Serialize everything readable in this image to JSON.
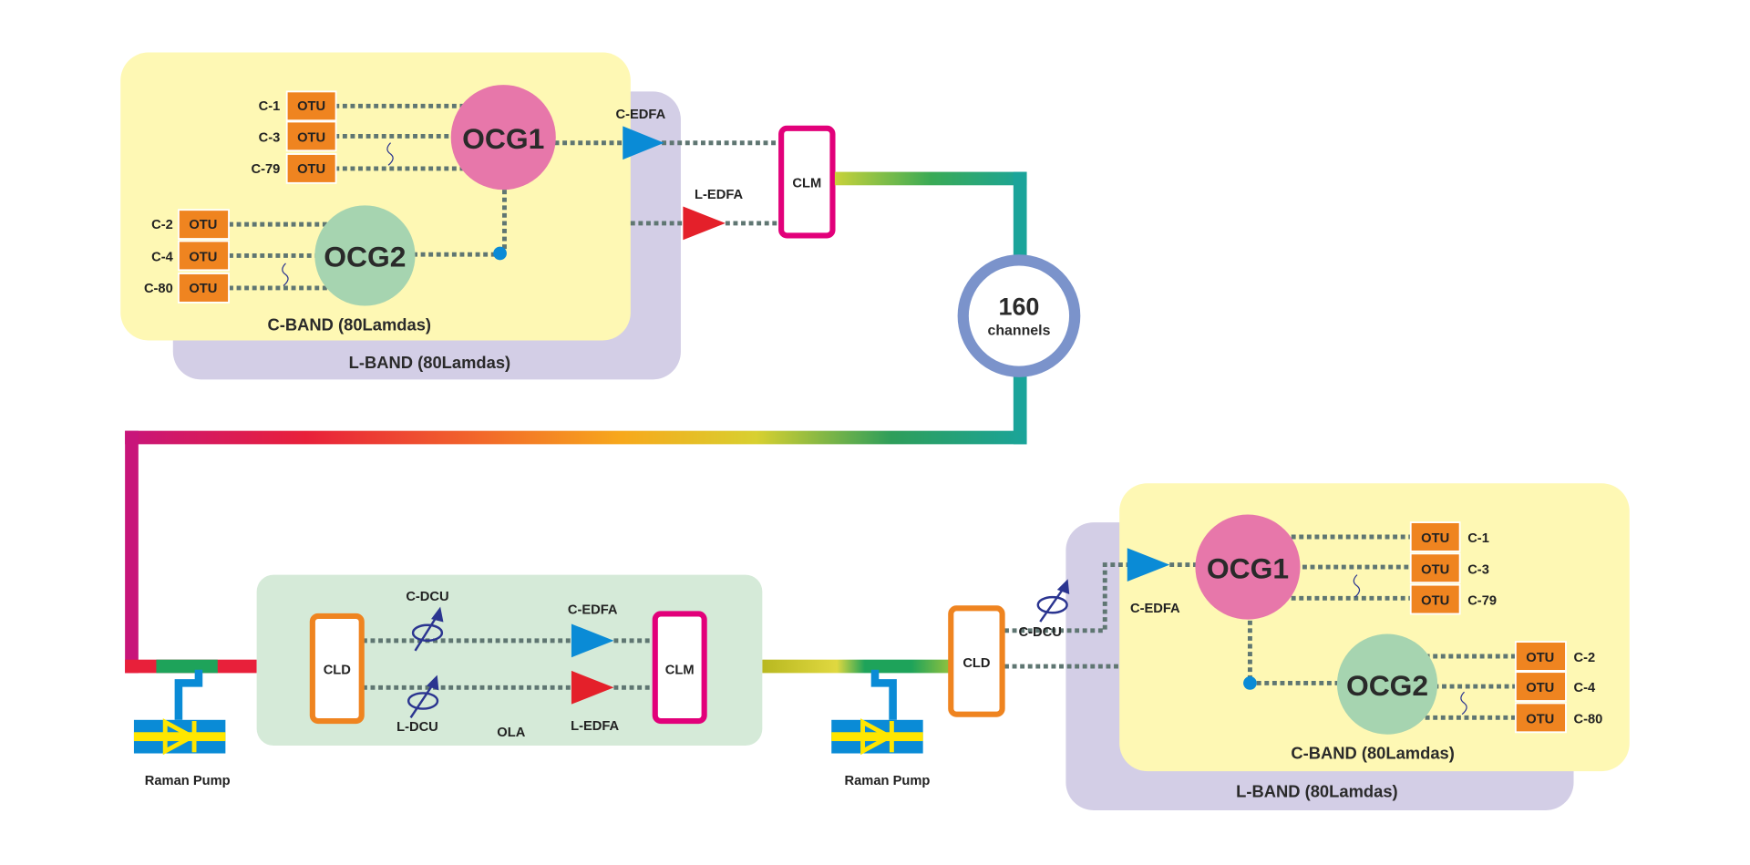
{
  "colors": {
    "c_band": "#fef8b4",
    "l_band": "#d3cee6",
    "ola_bg": "#d5ead8",
    "ocg1": "#e777aa",
    "ocg2": "#a6d4b0",
    "otu": "#ef8420",
    "c_edfa": "#0a8bd6",
    "l_edfa": "#e4202a",
    "clm": "#e2007a",
    "cld": "#ef8420",
    "ring": "#7b93cb",
    "fiber_dots": "#5f7672"
  },
  "tx": {
    "c_band_label": "C-BAND (80Lamdas)",
    "l_band_label": "L-BAND (80Lamdas)",
    "ocg1": "OCG1",
    "ocg2": "OCG2",
    "otu": "OTU",
    "ocg1_channels": [
      "C-1",
      "C-3",
      "C-79"
    ],
    "ocg2_channels": [
      "C-2",
      "C-4",
      "C-80"
    ],
    "c_edfa": "C-EDFA",
    "l_edfa": "L-EDFA",
    "clm": "CLM"
  },
  "ring": {
    "count": "160",
    "unit": "channels"
  },
  "ola": {
    "label": "OLA",
    "cld": "CLD",
    "clm": "CLM",
    "c_dcu": "C-DCU",
    "l_dcu": "L-DCU",
    "c_edfa": "C-EDFA",
    "l_edfa": "L-EDFA"
  },
  "raman": {
    "left": "Raman Pump",
    "right": "Raman Pump"
  },
  "rx": {
    "cld": "CLD",
    "c_dcu": "C-DCU",
    "c_edfa": "C-EDFA",
    "c_band_label": "C-BAND (80Lamdas)",
    "l_band_label": "L-BAND (80Lamdas)",
    "ocg1": "OCG1",
    "ocg2": "OCG2",
    "otu": "OTU",
    "ocg1_channels": [
      "C-1",
      "C-3",
      "C-79"
    ],
    "ocg2_channels": [
      "C-2",
      "C-4",
      "C-80"
    ]
  }
}
